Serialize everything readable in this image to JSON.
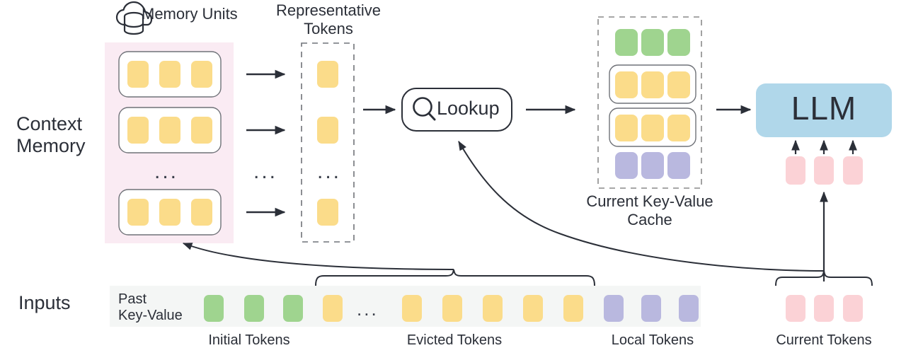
{
  "figure": {
    "title_labels": {
      "memory_units": "Memory Units",
      "representative_tokens": "Representative\nTokens",
      "context_memory": "Context\nMemory",
      "inputs": "Inputs",
      "lookup": "Lookup",
      "llm": "LLM",
      "current_kv_cache": "Current Key-Value\nCache",
      "past_key_value": "Past\nKey-Value",
      "initial_tokens": "Initial Tokens",
      "evicted_tokens": "Evicted Tokens",
      "local_tokens": "Local Tokens",
      "current_tokens": "Current Tokens",
      "ellipsis": "..."
    },
    "icons": {
      "cloud_database": "cloud-database-icon",
      "search": "search-icon"
    },
    "colors": {
      "token_yellow": "#FBDC8A",
      "token_green": "#9FD48F",
      "token_purple": "#B9B8DF",
      "token_pink": "#FBD2D6",
      "llm_blue": "#B0D7EA",
      "context_panel_pink": "#FAEBF3",
      "input_strip_gray": "#F4F6F5",
      "stroke_dark": "#2b2f38",
      "stroke_gray": "#8a8a8a",
      "unit_border": "#6f7278"
    },
    "context_memory": {
      "units": [
        {
          "name": "memory-unit-1",
          "tokens": [
            "yellow",
            "yellow",
            "yellow"
          ]
        },
        {
          "name": "memory-unit-2",
          "tokens": [
            "yellow",
            "yellow",
            "yellow"
          ]
        },
        {
          "name": "memory-unit-n",
          "tokens": [
            "yellow",
            "yellow",
            "yellow"
          ]
        }
      ],
      "unit_ellipsis": "..."
    },
    "representative_tokens": {
      "tokens": [
        "yellow",
        "yellow",
        "yellow"
      ],
      "ellipsis": "..."
    },
    "arrow_column_ellipsis": "...",
    "kv_cache": {
      "rows": [
        {
          "name": "kv-row-initial",
          "color": "green",
          "count": 3,
          "boxed": false
        },
        {
          "name": "kv-row-retrieved-1",
          "color": "yellow",
          "count": 3,
          "boxed": true
        },
        {
          "name": "kv-row-retrieved-2",
          "color": "yellow",
          "count": 3,
          "boxed": true
        },
        {
          "name": "kv-row-local",
          "color": "purple",
          "count": 3,
          "boxed": false
        }
      ]
    },
    "llm_inputs": {
      "tokens": [
        "pink",
        "pink",
        "pink"
      ],
      "arrow_count": 3
    },
    "input_sequence": {
      "groups": [
        {
          "name": "initial-tokens",
          "color": "green",
          "count": 3,
          "label": "Initial Tokens"
        },
        {
          "name": "evicted-head",
          "color": "yellow",
          "count": 1,
          "label": ""
        },
        {
          "name": "evicted-ellipsis",
          "color": "none",
          "count": 0,
          "label": "..."
        },
        {
          "name": "evicted-tail",
          "color": "yellow",
          "count": 5,
          "label": "Evicted Tokens"
        },
        {
          "name": "local-tokens",
          "color": "purple",
          "count": 3,
          "label": "Local Tokens"
        }
      ]
    },
    "current_tokens_group": {
      "color": "pink",
      "count": 3,
      "label": "Current Tokens"
    }
  }
}
